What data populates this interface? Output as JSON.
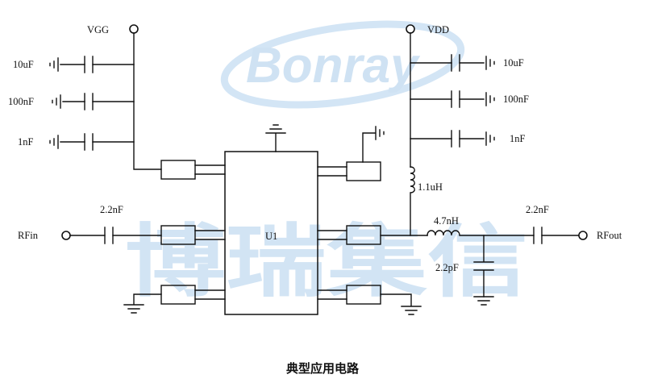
{
  "watermark": {
    "logo_text": "Bonray",
    "chinese_text": "博瑞集信"
  },
  "labels": {
    "vgg": "VGG",
    "vdd": "VDD",
    "vgg_cap_1": "10uF",
    "vgg_cap_2": "100nF",
    "vgg_cap_3": "1nF",
    "vdd_cap_1": "10uF",
    "vdd_cap_2": "100nF",
    "vdd_cap_3": "1nF",
    "inductor_bias": "1.1uH",
    "cap_in": "2.2nF",
    "rf_in": "RFin",
    "chip": "U1",
    "inductor_match": "4.7nH",
    "cap_out": "2.2nF",
    "rf_out": "RFout",
    "cap_shunt": "2.2pF"
  },
  "caption": "典型应用电路",
  "colors": {
    "line": "#111111",
    "watermark": "#cfe2f3"
  }
}
